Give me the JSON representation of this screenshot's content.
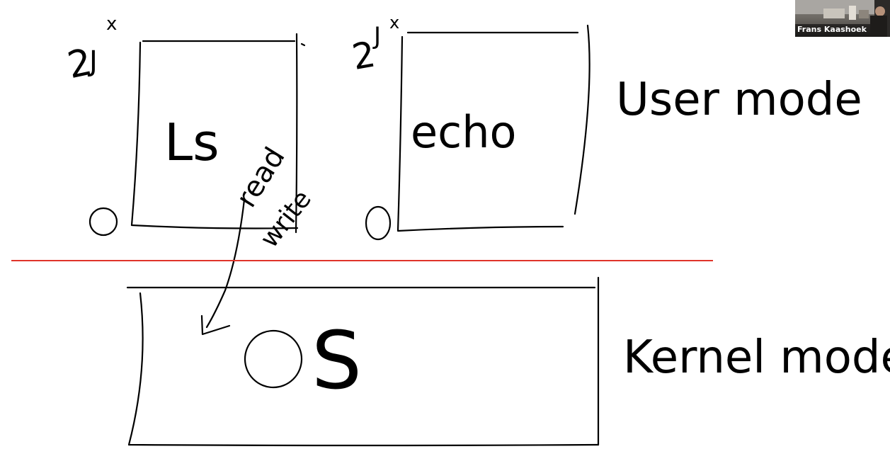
{
  "participant": {
    "name": "Frans Kaashoek"
  },
  "whiteboard": {
    "processes": [
      {
        "name": "Ls",
        "top_address": "2",
        "top_exponent": "x",
        "bottom_address": "0"
      },
      {
        "name": "echo",
        "top_address": "2",
        "top_exponent": "x",
        "bottom_address": "0"
      }
    ],
    "syscall_annotation": [
      "read",
      "write"
    ],
    "kernel_name": "OS",
    "labels": {
      "user_mode": "User mode",
      "kernel_mode": "Kernel mode"
    }
  },
  "colors": {
    "ink": "#000000",
    "divider": "#e0342a",
    "background": "#ffffff"
  }
}
